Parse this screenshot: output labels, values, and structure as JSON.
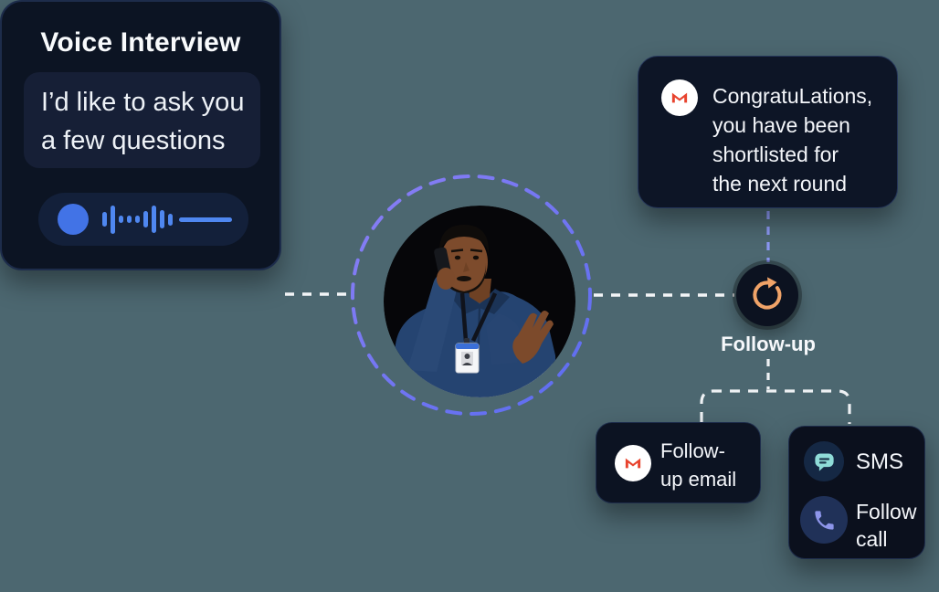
{
  "scene": {
    "background_color": "#4C6770",
    "card_bg": "#0C1423",
    "accent_blue": "#4273E6",
    "wave_blue": "#4F87F0",
    "dash_ring_purple": "#8B7FF5",
    "dash_connector_white": "#F3F5F7",
    "dash_connector_periwinkle": "#8B97F3",
    "accent_orange": "#F0A368"
  },
  "voice_card": {
    "title": "Voice Interview",
    "message_lines": [
      "I’d like to ask you",
      "a few questions"
    ]
  },
  "gmail_card": {
    "icon": "gmail-icon",
    "lines": [
      "CongratuLations,",
      "you have been",
      "shortlisted for",
      "the next round"
    ]
  },
  "followup": {
    "icon": "refresh-icon",
    "label": "Follow-up"
  },
  "email_card": {
    "icon": "gmail-icon",
    "lines": [
      "Follow-",
      "up email"
    ]
  },
  "sms_card": {
    "sms": {
      "icon": "sms-icon",
      "label": "SMS"
    },
    "call": {
      "icon": "phone-icon",
      "lines": [
        "Follow",
        "call"
      ]
    }
  }
}
